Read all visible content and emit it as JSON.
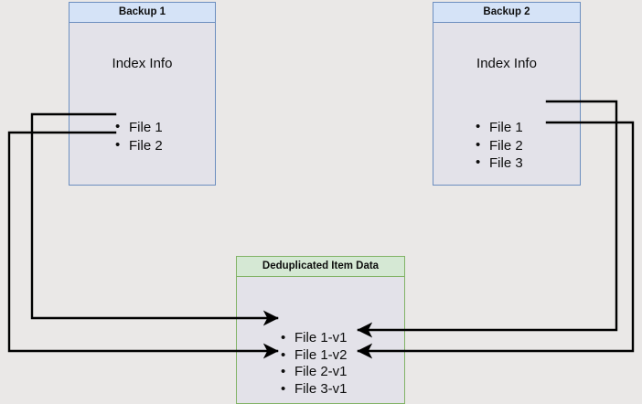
{
  "diagram": {
    "title_visible": false,
    "background_color": "#eae8e7",
    "nodes": [
      {
        "id": "backup1",
        "title": "Backup 1",
        "subtitle": "Index Info",
        "accent": "#6c8ebf",
        "header_fill": "#d5e3f7",
        "body_fill": "#e3e2e9",
        "items": [
          "File 1",
          "File 2"
        ]
      },
      {
        "id": "backup2",
        "title": "Backup 2",
        "subtitle": "Index Info",
        "accent": "#6c8ebf",
        "header_fill": "#d5e3f7",
        "body_fill": "#e3e2e9",
        "items": [
          "File 1",
          "File 2",
          "File 3"
        ]
      },
      {
        "id": "dedup",
        "title": "Deduplicated Item Data",
        "accent": "#82b366",
        "header_fill": "#d5e8d4",
        "body_fill": "#e3e2e9",
        "items": [
          "File 1-v1",
          "File 1-v2",
          "File 2-v1",
          "File 3-v1"
        ]
      }
    ],
    "edges": [
      {
        "id": "b1f1-to-f1v1",
        "from": "backup1.File 1",
        "to": "dedup.File 1-v1",
        "route": "left",
        "color": "#000000"
      },
      {
        "id": "b1f2-to-f2v1",
        "from": "backup1.File 2",
        "to": "dedup.File 2-v1",
        "route": "left",
        "color": "#000000"
      },
      {
        "id": "b2f1-to-f1v2",
        "from": "backup2.File 1",
        "to": "dedup.File 1-v2",
        "route": "right",
        "color": "#000000"
      },
      {
        "id": "b2f2-to-f2v1",
        "from": "backup2.File 2",
        "to": "dedup.File 2-v1",
        "route": "right",
        "color": "#000000"
      }
    ]
  }
}
